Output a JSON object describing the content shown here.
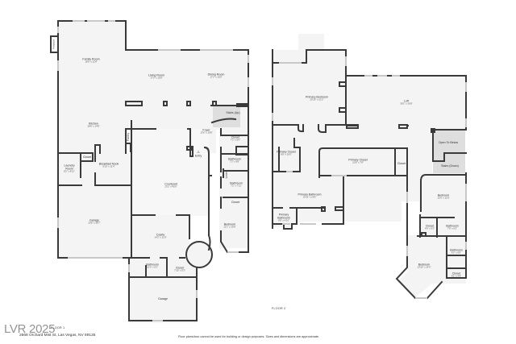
{
  "floor1": {
    "label": "FLOOR 1",
    "rooms": [
      {
        "name": "Family Room",
        "dims": "18'6\" x 22'8\""
      },
      {
        "name": "Living Room",
        "dims": "17'2\" x 15'8\""
      },
      {
        "name": "Dining Room",
        "dims": "17'1\" x 15'0\""
      },
      {
        "name": "Kitchen",
        "dims": "18'8\" x 14'8\""
      },
      {
        "name": "Stairs (Up)",
        "dims": ""
      },
      {
        "name": "Foyer",
        "dims": "13'6\" x 10'8\""
      },
      {
        "name": "Closet",
        "dims": "7'2\" x 6'0\""
      },
      {
        "name": "Entry",
        "dims": ""
      },
      {
        "name": "Closet",
        "dims": ""
      },
      {
        "name": "Laundry Room",
        "dims": "8'2\" x 8'11\""
      },
      {
        "name": "Breakfast Nook",
        "dims": "9'10\" x 11'4\""
      },
      {
        "name": "Pantry",
        "dims": ""
      },
      {
        "name": "Bathroom",
        "dims": "7'2\" x 5'8\""
      },
      {
        "name": "Linen",
        "dims": ""
      },
      {
        "name": "Bathroom",
        "dims": "7'2\" x 7'11\""
      },
      {
        "name": "Courtyard",
        "dims": "23'2\" x 40'0\""
      },
      {
        "name": "Closet",
        "dims": ""
      },
      {
        "name": "Garage",
        "dims": "20'6\" x 20'7\""
      },
      {
        "name": "Casita",
        "dims": "14'2\" x 11'8\""
      },
      {
        "name": "Bedroom",
        "dims": "11'1\" x 13'8\""
      },
      {
        "name": "Bathroom",
        "dims": "10'0\" x 5'3\""
      },
      {
        "name": "Closet",
        "dims": "7'10\" x 5'3\""
      },
      {
        "name": "Garage",
        "dims": ""
      },
      {
        "name": "Fireplace",
        "dims": ""
      }
    ]
  },
  "floor2": {
    "label": "FLOOR 2",
    "rooms": [
      {
        "name": "Primary Bedroom",
        "dims": "20'10\" x 21'2\""
      },
      {
        "name": "Loft",
        "dims": "30'1\" x 16'8\""
      },
      {
        "name": "Open To Below",
        "dims": ""
      },
      {
        "name": "Stairs (Down)",
        "dims": ""
      },
      {
        "name": "Primary Closet",
        "dims": "8'8\" x 10'0\""
      },
      {
        "name": "Primary Closet",
        "dims": "21'8\" x 7'8\""
      },
      {
        "name": "Closet",
        "dims": ""
      },
      {
        "name": "Primary Bathroom",
        "dims": "19'11\" x 14'5\""
      },
      {
        "name": "Primary Bathroom",
        "dims": "6'8\" x 4'10\""
      },
      {
        "name": "Bedroom",
        "dims": "12'6\" x 11'8\""
      },
      {
        "name": "Closet",
        "dims": "4'6\" x 5'2\""
      },
      {
        "name": "Bathroom",
        "dims": "7'8\" x 6'2\""
      },
      {
        "name": "Bathroom",
        "dims": "6'2\" x 6'5\""
      },
      {
        "name": "Bedroom",
        "dims": "13'10\" x 14'3\""
      },
      {
        "name": "Closet",
        "dims": "6'1\" x 4'9\""
      }
    ]
  },
  "footer": {
    "address": "2668 Orchard Mist St, Las Vegas, NV 89135",
    "disclaimer": "Floor plans/tour cannot be used for building or design purposes. Sizes and dimensions are approximate.",
    "watermark": "LVR 2025"
  }
}
